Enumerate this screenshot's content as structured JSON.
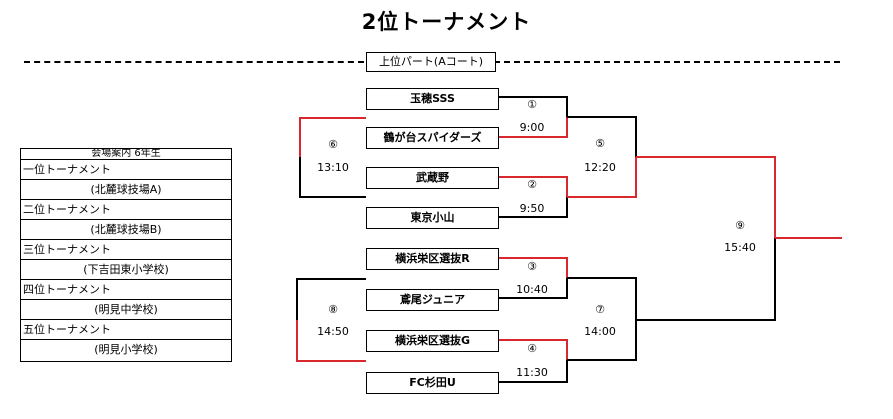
{
  "title": "2位トーナメント",
  "section_label": "上位パート(Aコート)",
  "teams": [
    "玉穂SSS",
    "鶴が台スパイダーズ",
    "武蔵野",
    "東京小山",
    "横浜栄区選抜R",
    "鳶尾ジュニア",
    "横浜栄区選抜G",
    "FC杉田U"
  ],
  "matches": [
    {
      "num": "①",
      "time": "9:00"
    },
    {
      "num": "②",
      "time": "9:50"
    },
    {
      "num": "③",
      "time": "10:40"
    },
    {
      "num": "④",
      "time": "11:30"
    },
    {
      "num": "⑤",
      "time": "12:20"
    },
    {
      "num": "⑥",
      "time": "13:10"
    },
    {
      "num": "⑦",
      "time": "14:00"
    },
    {
      "num": "⑧",
      "time": "14:50"
    },
    {
      "num": "⑨",
      "time": "15:40"
    }
  ],
  "venue_guide": {
    "header": "会場案内 6年生",
    "rows": [
      {
        "category": "一位トーナメント",
        "location": "(北麓球技場A)"
      },
      {
        "category": "二位トーナメント",
        "location": "(北麓球技場B)"
      },
      {
        "category": "三位トーナメント",
        "location": "(下吉田東小学校)"
      },
      {
        "category": "四位トーナメント",
        "location": "(明見中学校)"
      },
      {
        "category": "五位トーナメント",
        "location": "(明見小学校)"
      }
    ]
  },
  "colors": {
    "winner_line": "#d9272e",
    "line": "#000000"
  }
}
